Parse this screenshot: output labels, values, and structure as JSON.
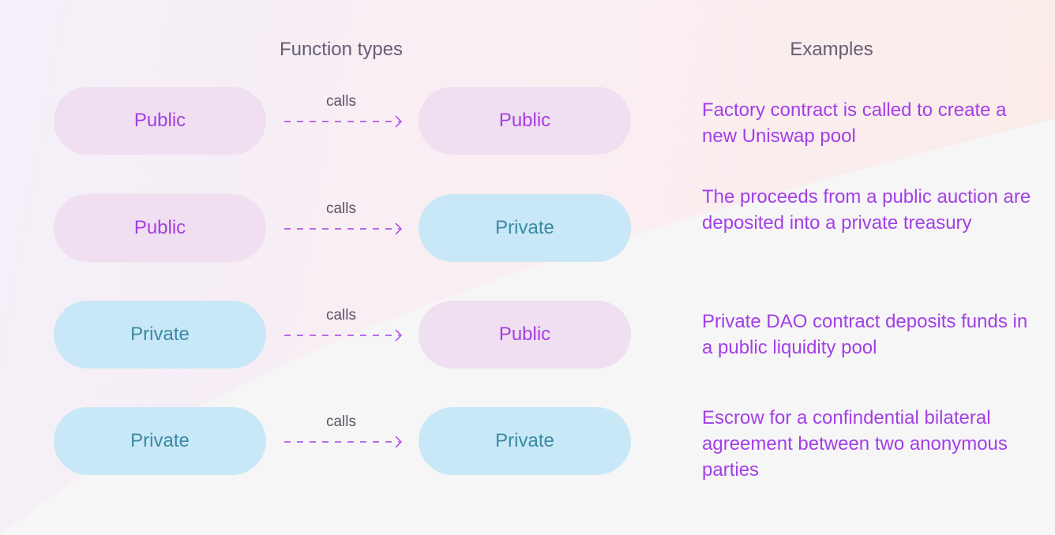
{
  "headers": {
    "function_types": "Function types",
    "examples": "Examples"
  },
  "connector_label": "calls",
  "colors": {
    "public_fill": "#efdff0",
    "public_text": "#a63ee0",
    "private_fill": "#c9e8f7",
    "private_text": "#3a8aa3",
    "example_text": "#a23fe8",
    "arrow": "#a23fe8"
  },
  "rows": [
    {
      "caller": "Public",
      "callee": "Public",
      "example": "Factory contract is called to create a new Uniswap pool"
    },
    {
      "caller": "Public",
      "callee": "Private",
      "example": "The proceeds from a public auction are deposited into a private treasury"
    },
    {
      "caller": "Private",
      "callee": "Public",
      "example": "Private DAO contract deposits funds in a public liquidity pool"
    },
    {
      "caller": "Private",
      "callee": "Private",
      "example": "Escrow for a confindential bilateral agreement between two anonymous parties"
    }
  ]
}
